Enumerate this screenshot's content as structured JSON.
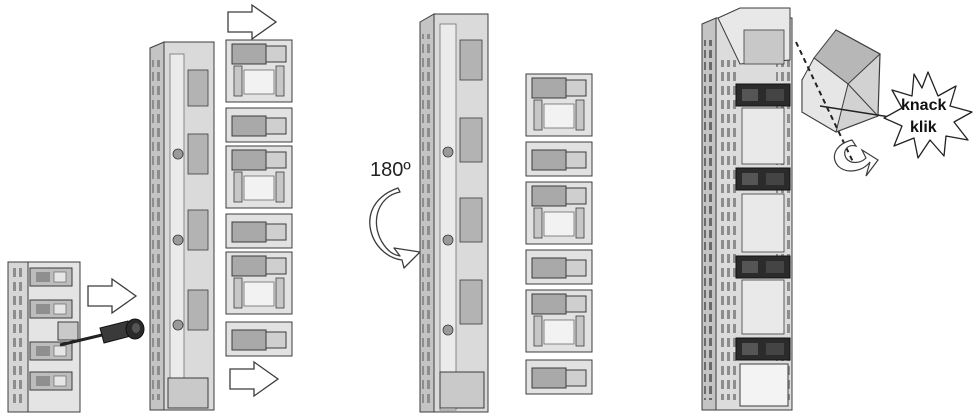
{
  "rotation_label": "180º",
  "burst_label_line1": "knack",
  "burst_label_line2": "klik",
  "colors": {
    "metal_light": "#d9d9d9",
    "metal_mid": "#b9b9b9",
    "metal_dark": "#7d7d7d",
    "outline": "#3c3c3c",
    "black_part": "#222222"
  },
  "icons": [
    "arrow-right-icon",
    "rotate-arrow-icon",
    "screwdriver-icon",
    "starburst-icon"
  ]
}
